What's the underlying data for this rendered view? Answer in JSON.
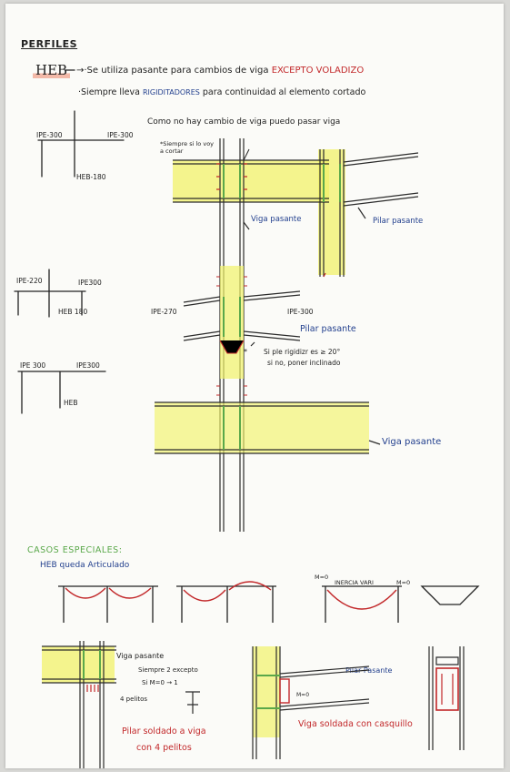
{
  "header": {
    "title": "PERFILES",
    "heb_label": "HEB",
    "note1_prefix": "→·Se utiliza pasante para cambios de viga",
    "note1_highlight": "EXCEPTO VOLADIZO",
    "note2_prefix": "·Siempre lleva",
    "note2_highlight": "RIGIDITADORES",
    "note2_suffix": "para continuidad al elemento cortado"
  },
  "sketch1": {
    "ipe_left": "IPE-300",
    "ipe_right": "IPE-300",
    "heb": "HEB-180"
  },
  "sketch2": {
    "ipe_left": "IPE-220",
    "ipe_right": "IPE300",
    "heb": "HEB 180"
  },
  "sketch3": {
    "ipe_left": "IPE 300",
    "ipe_right": "IPE300",
    "heb": "HEB"
  },
  "top_drawing": {
    "caption": "Como no hay cambio de viga puedo pasar viga",
    "note": "*Siempre si lo voy a cortar",
    "viga_pasante": "Viga pasante",
    "pilar_pasante": "Pilar pasante"
  },
  "middle_drawing": {
    "ipe_left": "IPE-270",
    "ipe_right": "IPE-300",
    "pilar_pasante": "Pilar pasante",
    "asterisk": "*",
    "note1": "Si ple rigidizr es ≥ 20°",
    "note2": "si no, poner inclinado",
    "viga_pasante": "Viga pasante"
  },
  "special": {
    "title": "CASOS ESPECIALES:",
    "subtitle": "HEB queda Articulado",
    "m0_left": "M=0",
    "m0_right": "M=0",
    "inercia": "INERCIA VARI",
    "viga_pasante": "Viga pasante",
    "siempre": "Siempre 2 excepto",
    "si_m": "Si M=0 → 1",
    "pelitos": "4 pelitos",
    "caption_red1": "Pilar soldado a viga",
    "caption_red2": "con 4 pelitos",
    "pilar_pasante": "Pilar Pasante",
    "m0_small": "M=0",
    "caption_red3": "Viga soldada con casquillo"
  },
  "colors": {
    "blue": "#23408e",
    "red": "#c2282a",
    "green": "#5aa84a",
    "yellow": "#f1f26a"
  }
}
